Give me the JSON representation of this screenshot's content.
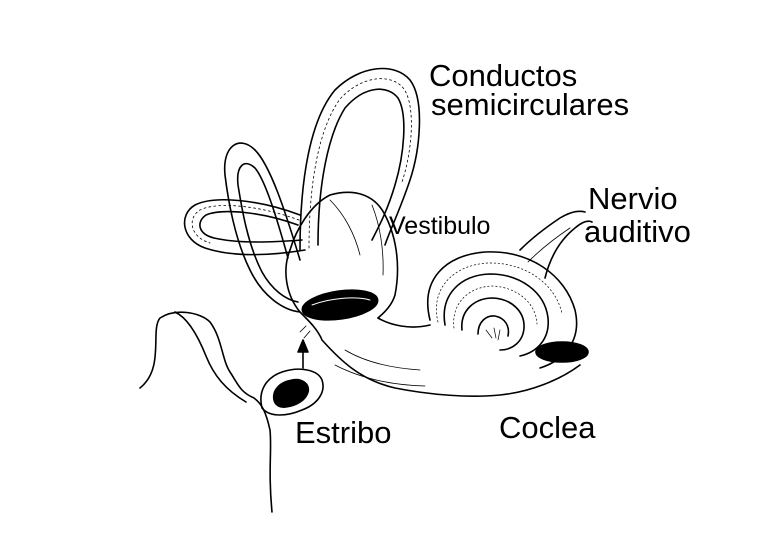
{
  "labels": {
    "conductos_line1": "Conductos",
    "conductos_line2": "semicirculares",
    "vestibulo": "Vestibulo",
    "nervio_line1": "Nervio",
    "nervio_line2": "auditivo",
    "estribo": "Estribo",
    "coclea": "Coclea"
  },
  "colors": {
    "ink": "#000000",
    "paper": "#ffffff"
  }
}
